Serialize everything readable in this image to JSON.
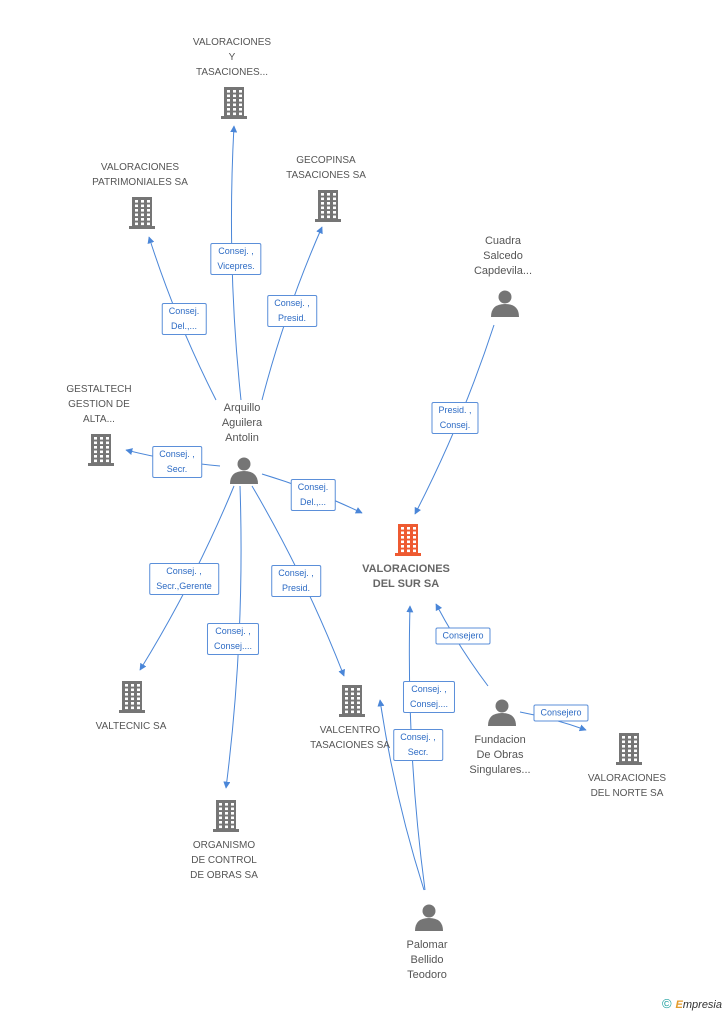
{
  "colors": {
    "edge": "#4a86d8",
    "icon": "#757575",
    "main_icon": "#ee5a31"
  },
  "nodes": [
    {
      "id": "valoraciones-y-tasaciones",
      "kind": "company",
      "label": "VALORACIONES\nY\nTASACIONES..."
    },
    {
      "id": "valoraciones-patrimoniales",
      "kind": "company",
      "label": "VALORACIONES\nPATRIMONIALES SA"
    },
    {
      "id": "gecopinsa",
      "kind": "company",
      "label": "GECOPINSA\nTASACIONES SA"
    },
    {
      "id": "cuadra-salcedo",
      "kind": "person",
      "label": "Cuadra\nSalcedo\nCapdevila..."
    },
    {
      "id": "gestaltech",
      "kind": "company",
      "label": "GESTALTECH\nGESTION DE\nALTA..."
    },
    {
      "id": "arquillo",
      "kind": "person",
      "label": "Arquillo\nAguilera\nAntolin"
    },
    {
      "id": "valoraciones-del-sur",
      "kind": "main",
      "label": "VALORACIONES\nDEL SUR SA"
    },
    {
      "id": "valtecnic",
      "kind": "company",
      "label": "VALTECNIC SA"
    },
    {
      "id": "valcentro",
      "kind": "company",
      "label": "VALCENTRO\nTASACIONES SA"
    },
    {
      "id": "fundacion",
      "kind": "person",
      "label": "Fundacion\nDe Obras\nSingulares..."
    },
    {
      "id": "valoraciones-del-norte",
      "kind": "company",
      "label": "VALORACIONES\nDEL NORTE SA"
    },
    {
      "id": "organismo",
      "kind": "company",
      "label": "ORGANISMO\nDE CONTROL\nDE OBRAS SA"
    },
    {
      "id": "palomar",
      "kind": "person",
      "label": "Palomar\nBellido\nTeodoro"
    }
  ],
  "edges": [
    {
      "from": "arquillo",
      "to": "valoraciones-y-tasaciones",
      "label": "Consej. ,\nVicepres."
    },
    {
      "from": "arquillo",
      "to": "valoraciones-patrimoniales",
      "label": "Consej.\nDel.,..."
    },
    {
      "from": "arquillo",
      "to": "gecopinsa",
      "label": "Consej. ,\nPresid."
    },
    {
      "from": "arquillo",
      "to": "gestaltech",
      "label": "Consej. ,\nSecr."
    },
    {
      "from": "arquillo",
      "to": "valoraciones-del-sur",
      "label": "Consej.\nDel.,..."
    },
    {
      "from": "arquillo",
      "to": "valtecnic",
      "label": "Consej. ,\nSecr.,Gerente"
    },
    {
      "from": "arquillo",
      "to": "organismo",
      "label": "Consej. ,\nConsej...."
    },
    {
      "from": "arquillo",
      "to": "valcentro",
      "label": "Consej. ,\nPresid."
    },
    {
      "from": "cuadra-salcedo",
      "to": "valoraciones-del-sur",
      "label": "Presid. ,\nConsej."
    },
    {
      "from": "fundacion",
      "to": "valoraciones-del-sur",
      "label": "Consejero"
    },
    {
      "from": "fundacion",
      "to": "valoraciones-del-norte",
      "label": "Consejero"
    },
    {
      "from": "palomar",
      "to": "valcentro",
      "label": "Consej. ,\nConsej...."
    },
    {
      "from": "palomar",
      "to": "valoraciones-del-sur",
      "label": "Consej. ,\nSecr."
    }
  ],
  "brand": {
    "symbol": "©",
    "first": "E",
    "rest": "mpresia"
  }
}
